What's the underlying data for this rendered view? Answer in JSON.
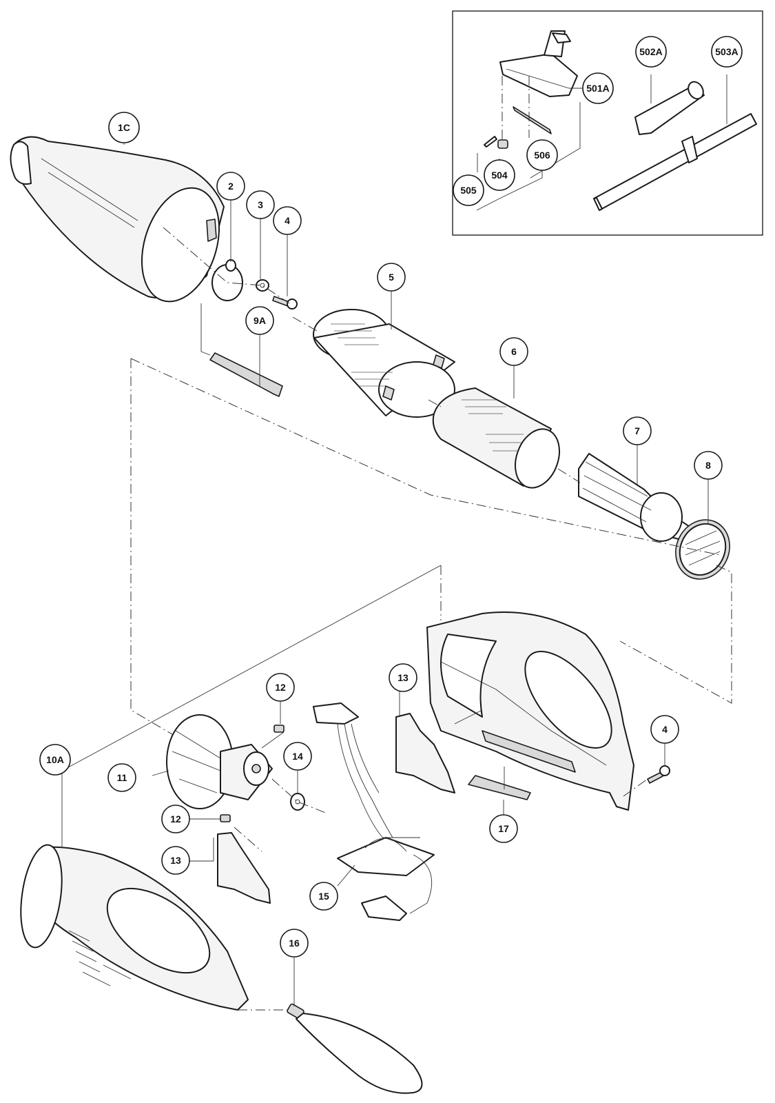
{
  "callouts": [
    {
      "id": "1C",
      "label": "1C"
    },
    {
      "id": "2",
      "label": "2"
    },
    {
      "id": "3",
      "label": "3"
    },
    {
      "id": "4a",
      "label": "4"
    },
    {
      "id": "5",
      "label": "5"
    },
    {
      "id": "9A",
      "label": "9A"
    },
    {
      "id": "6",
      "label": "6"
    },
    {
      "id": "7",
      "label": "7"
    },
    {
      "id": "8",
      "label": "8"
    },
    {
      "id": "501A",
      "label": "501A"
    },
    {
      "id": "502A",
      "label": "502A"
    },
    {
      "id": "503A",
      "label": "503A"
    },
    {
      "id": "504",
      "label": "504"
    },
    {
      "id": "505",
      "label": "505"
    },
    {
      "id": "506",
      "label": "506"
    },
    {
      "id": "10A",
      "label": "10A"
    },
    {
      "id": "11",
      "label": "11"
    },
    {
      "id": "12a",
      "label": "12"
    },
    {
      "id": "12b",
      "label": "12"
    },
    {
      "id": "13a",
      "label": "13"
    },
    {
      "id": "13b",
      "label": "13"
    },
    {
      "id": "14",
      "label": "14"
    },
    {
      "id": "15",
      "label": "15"
    },
    {
      "id": "16",
      "label": "16"
    },
    {
      "id": "17",
      "label": "17"
    },
    {
      "id": "4b",
      "label": "4"
    }
  ]
}
